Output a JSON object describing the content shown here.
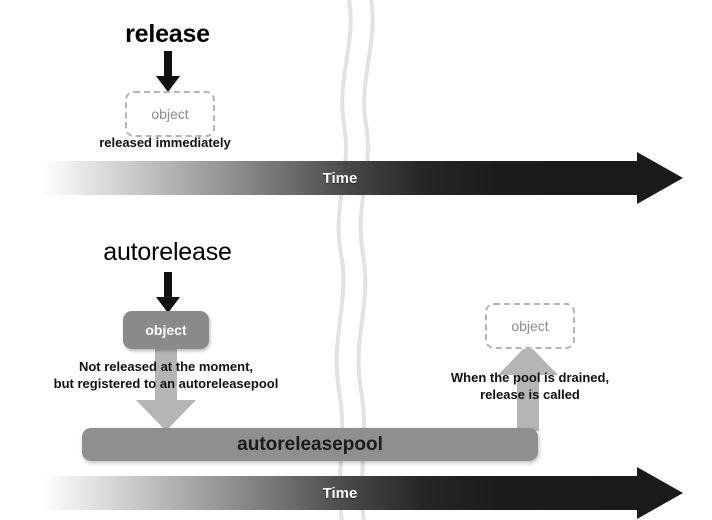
{
  "diagram": {
    "title_release": "release",
    "title_autorelease": "autorelease",
    "colors": {
      "object_solid_fill": "#8a8a8a",
      "object_dashed_border": "#b4b4b4",
      "object_dashed_text": "#8c8c8c",
      "gray_arrow": "#b3b3b3",
      "pool_fill": "#8f8f8f",
      "timebar_dark": "#1a1a1a",
      "break_line": "#e0e0e0"
    }
  },
  "release_section": {
    "heading": "release",
    "arrow": "down-arrow-black",
    "object_label": "object",
    "caption": "released immediately",
    "timebar_label": "Time"
  },
  "autorelease_section": {
    "heading": "autorelease",
    "arrow_in": "down-arrow-black",
    "object_label": "object",
    "caption": "Not released at the moment,\nbut registered to an autoreleasepool",
    "arrow_to_pool": "down-arrow-gray",
    "pool_label": "autoreleasepool",
    "timebar_label": "Time"
  },
  "drain_section": {
    "object_label": "object",
    "caption": "When the pool is drained,\nrelease is called",
    "arrow_from_pool": "up-arrow-gray"
  },
  "break_indicator": {
    "name": "time-break-squiggle",
    "line_count": 2
  }
}
